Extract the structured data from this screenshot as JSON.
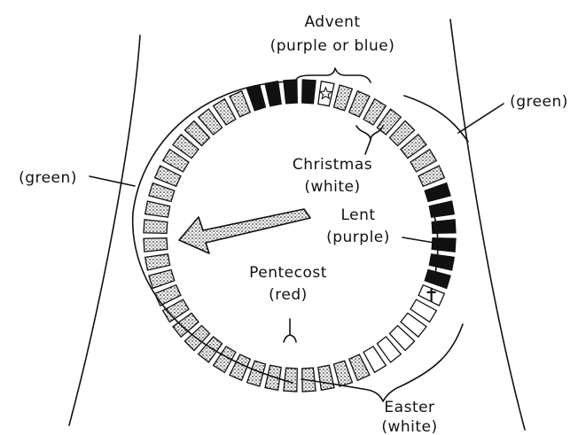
{
  "labels": {
    "advent_title": "Advent",
    "advent_color": "(purple or blue)",
    "green_right": "(green)",
    "green_left": "(green)",
    "christmas_title": "Christmas",
    "christmas_color": "(white)",
    "lent_title": "Lent",
    "lent_color": "(purple)",
    "pentecost_title": "Pentecost",
    "pentecost_color": "(red)",
    "easter_title": "Easter",
    "easter_color": "(white)"
  },
  "calendar": {
    "total_weeks": 52,
    "week_kinds": [
      "stipple",
      "stipple",
      "stipple",
      "stipple",
      "white",
      "white",
      "white",
      "white",
      "white",
      "white",
      "black",
      "black",
      "black",
      "black",
      "black",
      "black",
      "stipple",
      "stipple",
      "stipple",
      "stipple",
      "stipple",
      "stipple",
      "stipple",
      "stipple",
      "white-star",
      "black",
      "black",
      "black",
      "black",
      "stipple",
      "stipple",
      "stipple",
      "stipple",
      "stipple",
      "stipple",
      "stipple",
      "stipple",
      "stipple",
      "stipple",
      "stipple",
      "stipple",
      "stipple",
      "stipple",
      "stipple",
      "stipple",
      "stipple",
      "stipple",
      "stipple",
      "stipple",
      "stipple",
      "stipple",
      "stipple"
    ],
    "marked_weeks": {
      "christmas_star_index": 24,
      "easter_cross_index": 9
    }
  },
  "colors": {
    "ink": "#111111",
    "paper": "#ffffff",
    "stipple_fill": "#8a8a8a"
  },
  "icons": {
    "christmas": "star-icon",
    "easter": "cross-icon",
    "time_direction": "arrow-icon"
  }
}
